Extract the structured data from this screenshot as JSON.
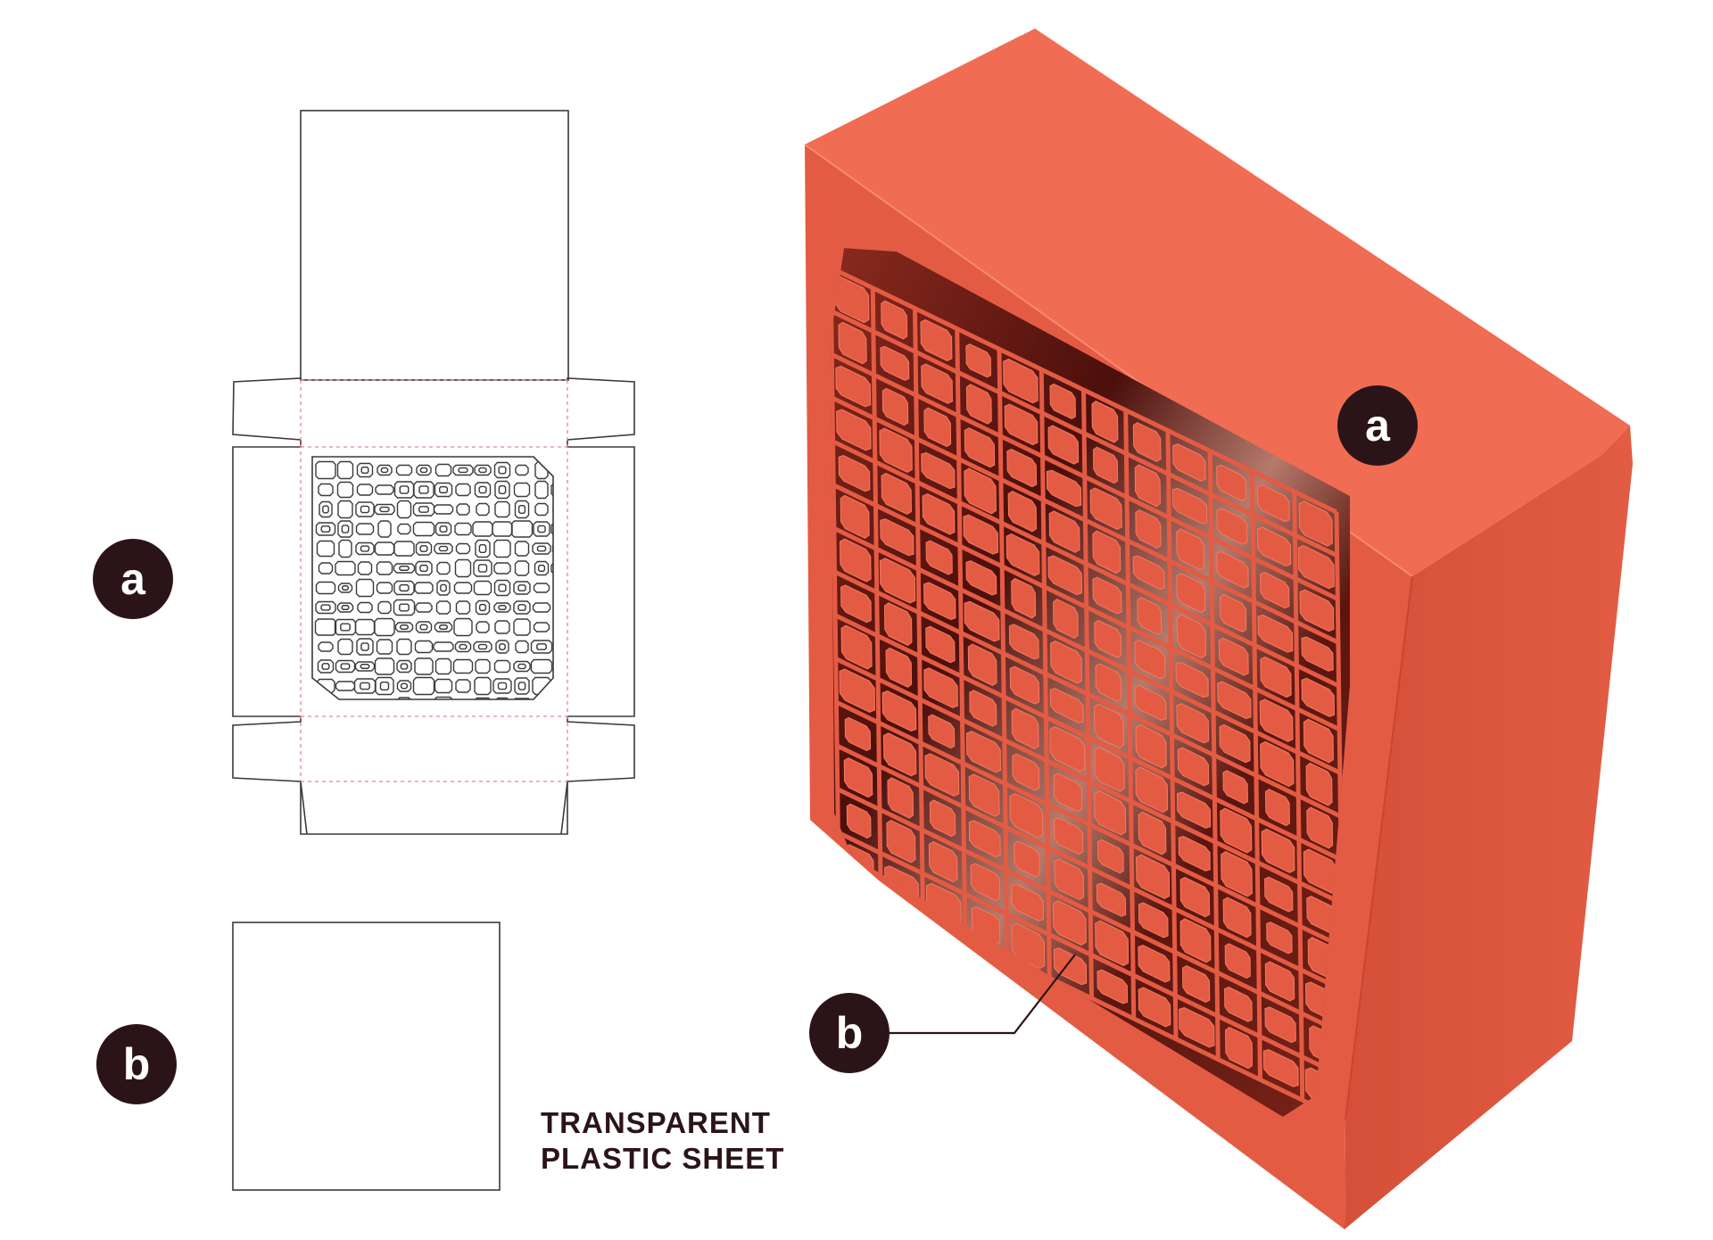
{
  "labels": {
    "part_a": "a",
    "part_b": "b"
  },
  "caption": {
    "line1": "TRANSPARENT",
    "line2": "PLASTIC SHEET"
  },
  "colors": {
    "background": "#ffffff",
    "dieline_stroke": "#3a3a3a",
    "fold_line": "#e4878d",
    "badge_fill": "#2b1418",
    "badge_text": "#ffffff",
    "box_top": "#f06c52",
    "box_front": "#e45b43",
    "box_side": "#d24f3a",
    "window_dark": "#4b0f0c",
    "window_mid": "#8a2a1e",
    "window_light": "#c99a8a"
  },
  "icons": {
    "badge_shape": "filled-circle",
    "leader": "bent-line"
  }
}
